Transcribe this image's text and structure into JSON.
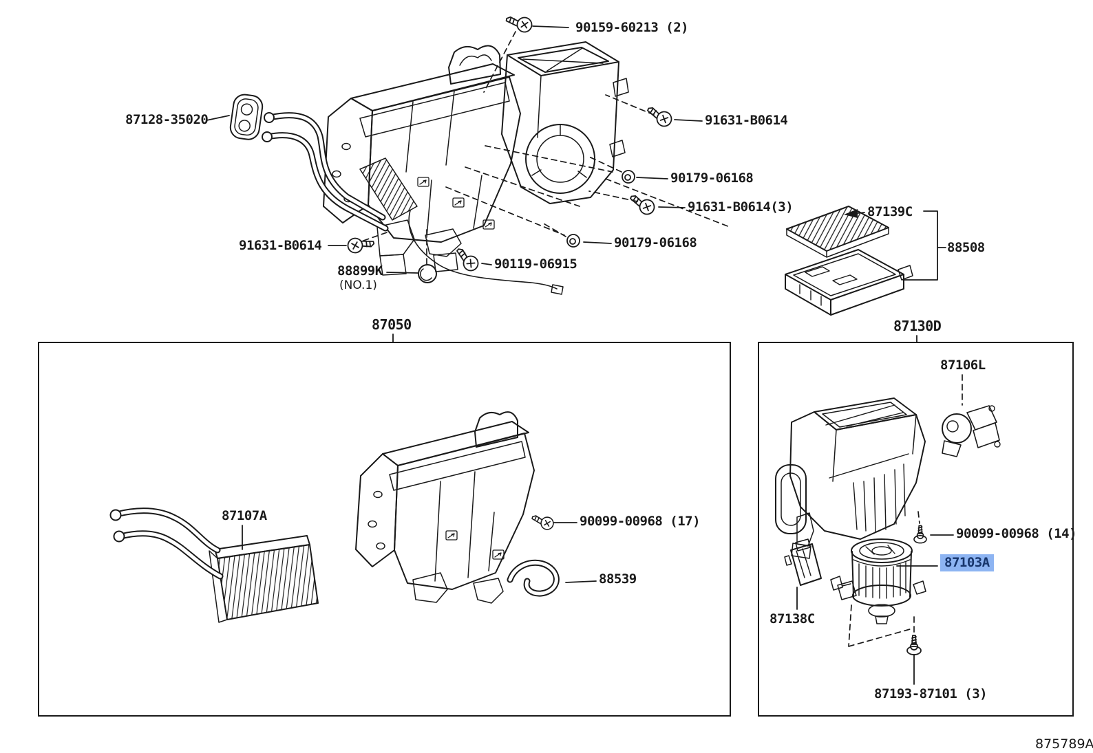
{
  "doc": {
    "code": "875789A"
  },
  "colors": {
    "line": "#1a1a1a",
    "background": "#ffffff",
    "highlight_bg": "#8db4f2",
    "highlight_text": "#17356b"
  },
  "assemblies": {
    "left_title": "87050",
    "right_title": "87130D"
  },
  "parts": {
    "screw_90159": "90159-60213 (2)",
    "grommet_87128": "87128-35020",
    "screw_91631_top": "91631-B0614",
    "nut_90179_upper": "90179-06168",
    "screw_91631_x3": "91631-B0614(3)",
    "nut_90179_lower": "90179-06168",
    "screw_91631_left": "91631-B0614",
    "grommet_88899": "88899K",
    "grommet_88899_note": "(NO.1)",
    "screw_90119": "90119-06915",
    "filter_87139": "87139C",
    "filter_assy_88508": "88508",
    "heater_core_87107": "87107A",
    "screw_90099_x17": "90099-00968 (17)",
    "hose_88539": "88539",
    "servo_87106": "87106L",
    "screw_90099_x14": "90099-00968 (14)",
    "blower_motor_87103": "87103A",
    "resistor_87138": "87138C",
    "screw_87193": "87193-87101 (3)"
  }
}
